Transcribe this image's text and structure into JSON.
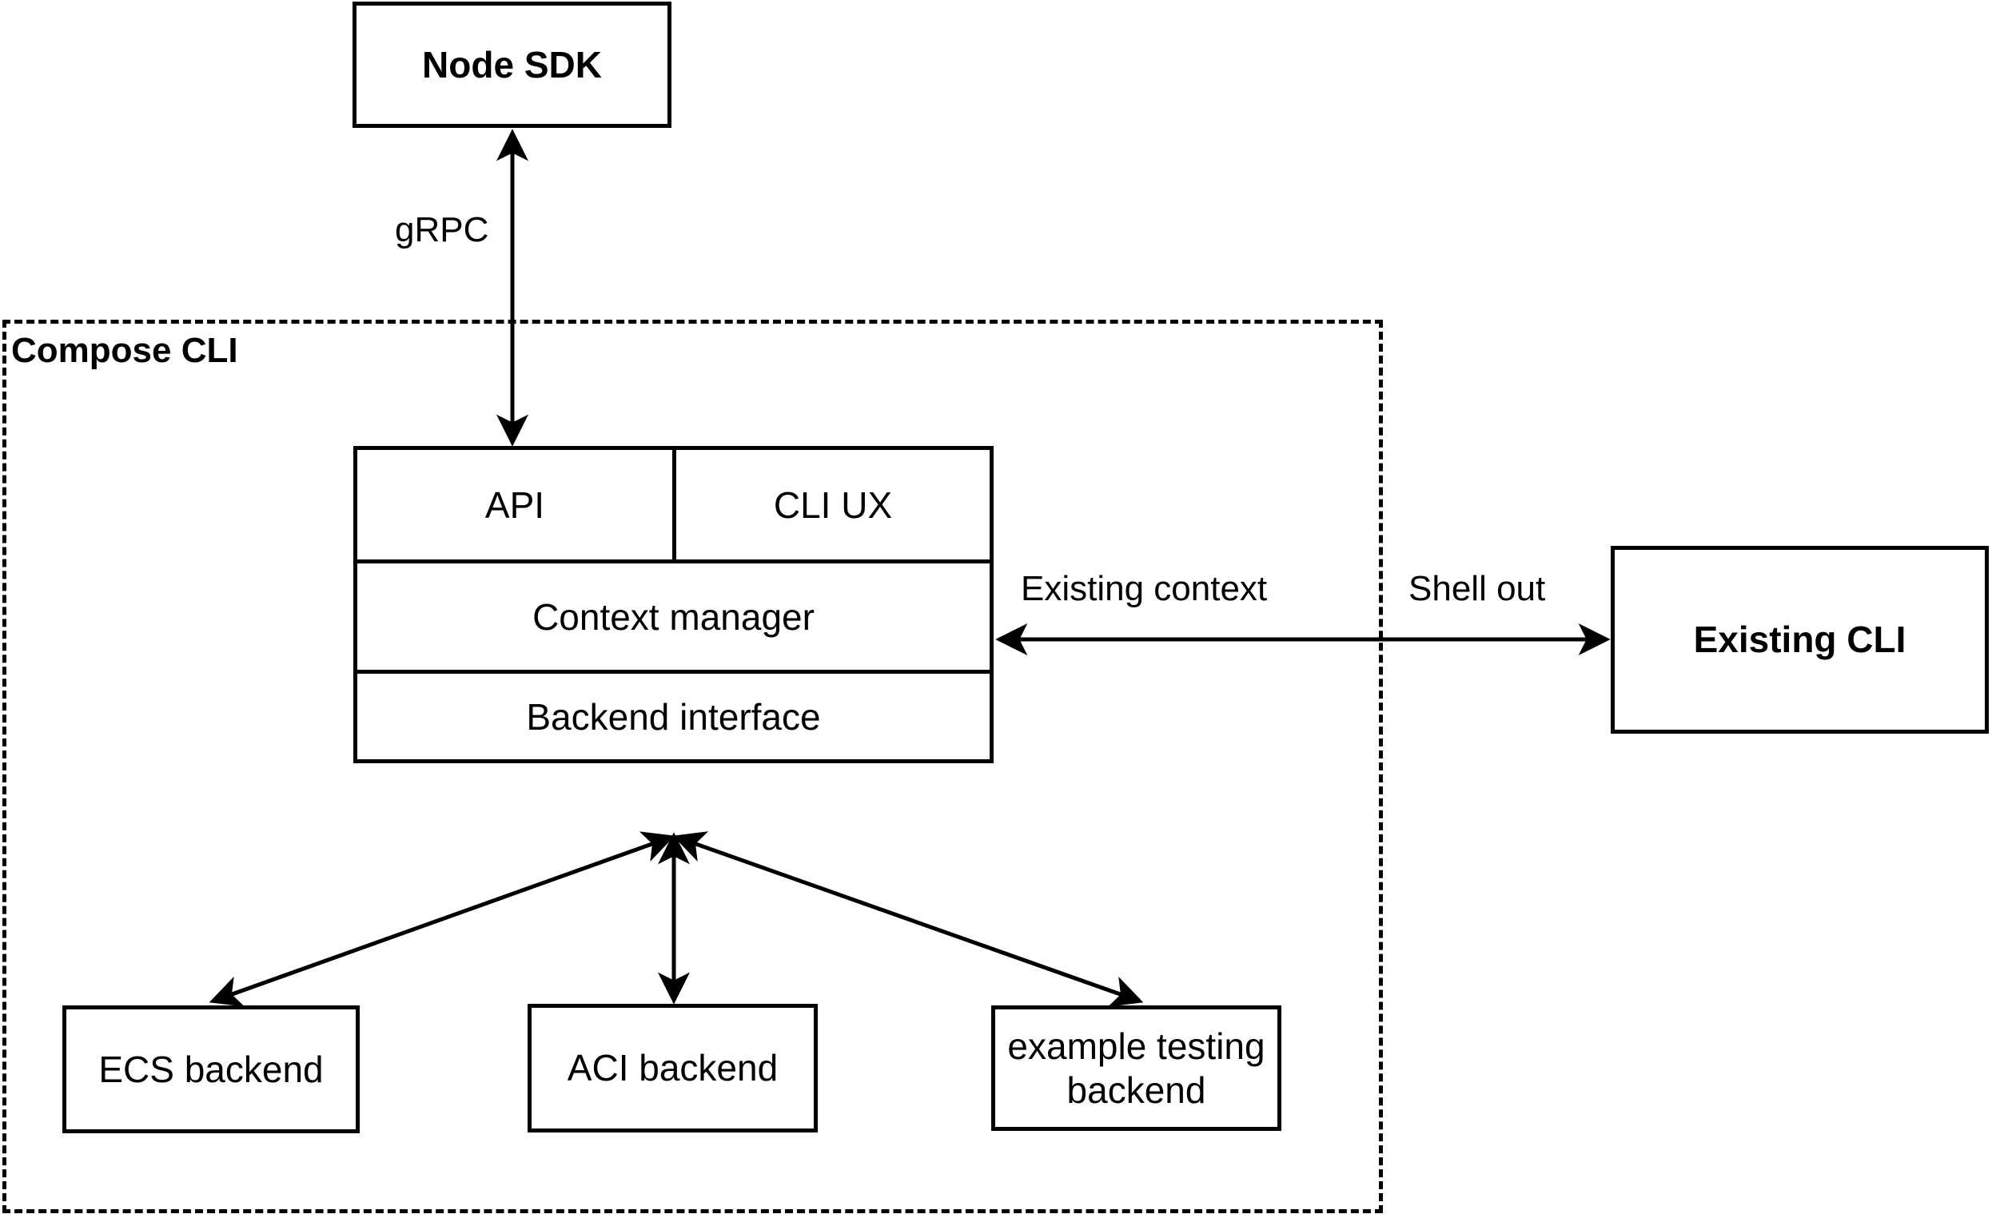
{
  "diagram": {
    "title_nodes": {
      "node_sdk": "Node SDK",
      "existing_cli": "Existing CLI"
    },
    "group": {
      "label": "Compose CLI",
      "border_style": "dashed"
    },
    "central_stack": {
      "rows": [
        {
          "cells": [
            "API",
            "CLI UX"
          ]
        },
        {
          "cells": [
            "Context manager"
          ]
        },
        {
          "cells": [
            "Backend interface"
          ]
        }
      ]
    },
    "backends": [
      {
        "label": "ECS backend"
      },
      {
        "label": "ACI backend"
      },
      {
        "label": "example testing backend"
      }
    ],
    "edge_labels": {
      "grpc": "gRPC",
      "existing_context": "Existing context",
      "shell_out": "Shell out"
    },
    "colors": {
      "stroke": "#000000",
      "fill": "#ffffff"
    }
  }
}
